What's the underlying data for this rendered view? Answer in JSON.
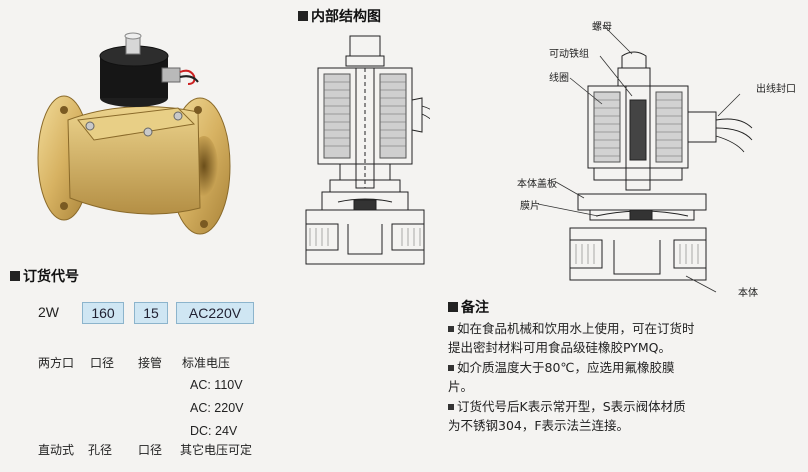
{
  "titles": {
    "internal": "内部结构图",
    "ordering": "订货代号",
    "notes": "备注"
  },
  "order_code": {
    "prefix": "2W",
    "boxes": [
      "160",
      "15",
      "AC220V"
    ],
    "labels": [
      "两方口",
      "口径",
      "接管",
      "标准电压"
    ],
    "voltages": [
      "AC: 110V",
      "AC: 220V",
      "DC: 24V"
    ],
    "bottom_labels": [
      "直动式",
      "孔径",
      "口径",
      "其它电压可定"
    ]
  },
  "callouts": {
    "nut": "螺母",
    "movable_core": "可动铁组",
    "coil": "线圈",
    "wire_outlet": "出线封口",
    "body_cover": "本体盖板",
    "diaphragm": "膜片",
    "body": "本体"
  },
  "notes": [
    "如在食品机械和饮用水上使用，可在订货时提出密封材料可用食品级硅橡胶PYMQ。",
    "如介质温度大于80℃，应选用氟橡胶膜片。",
    "订货代号后K表示常开型，S表示阀体材质为不锈钢304，F表示法兰连接。"
  ]
}
